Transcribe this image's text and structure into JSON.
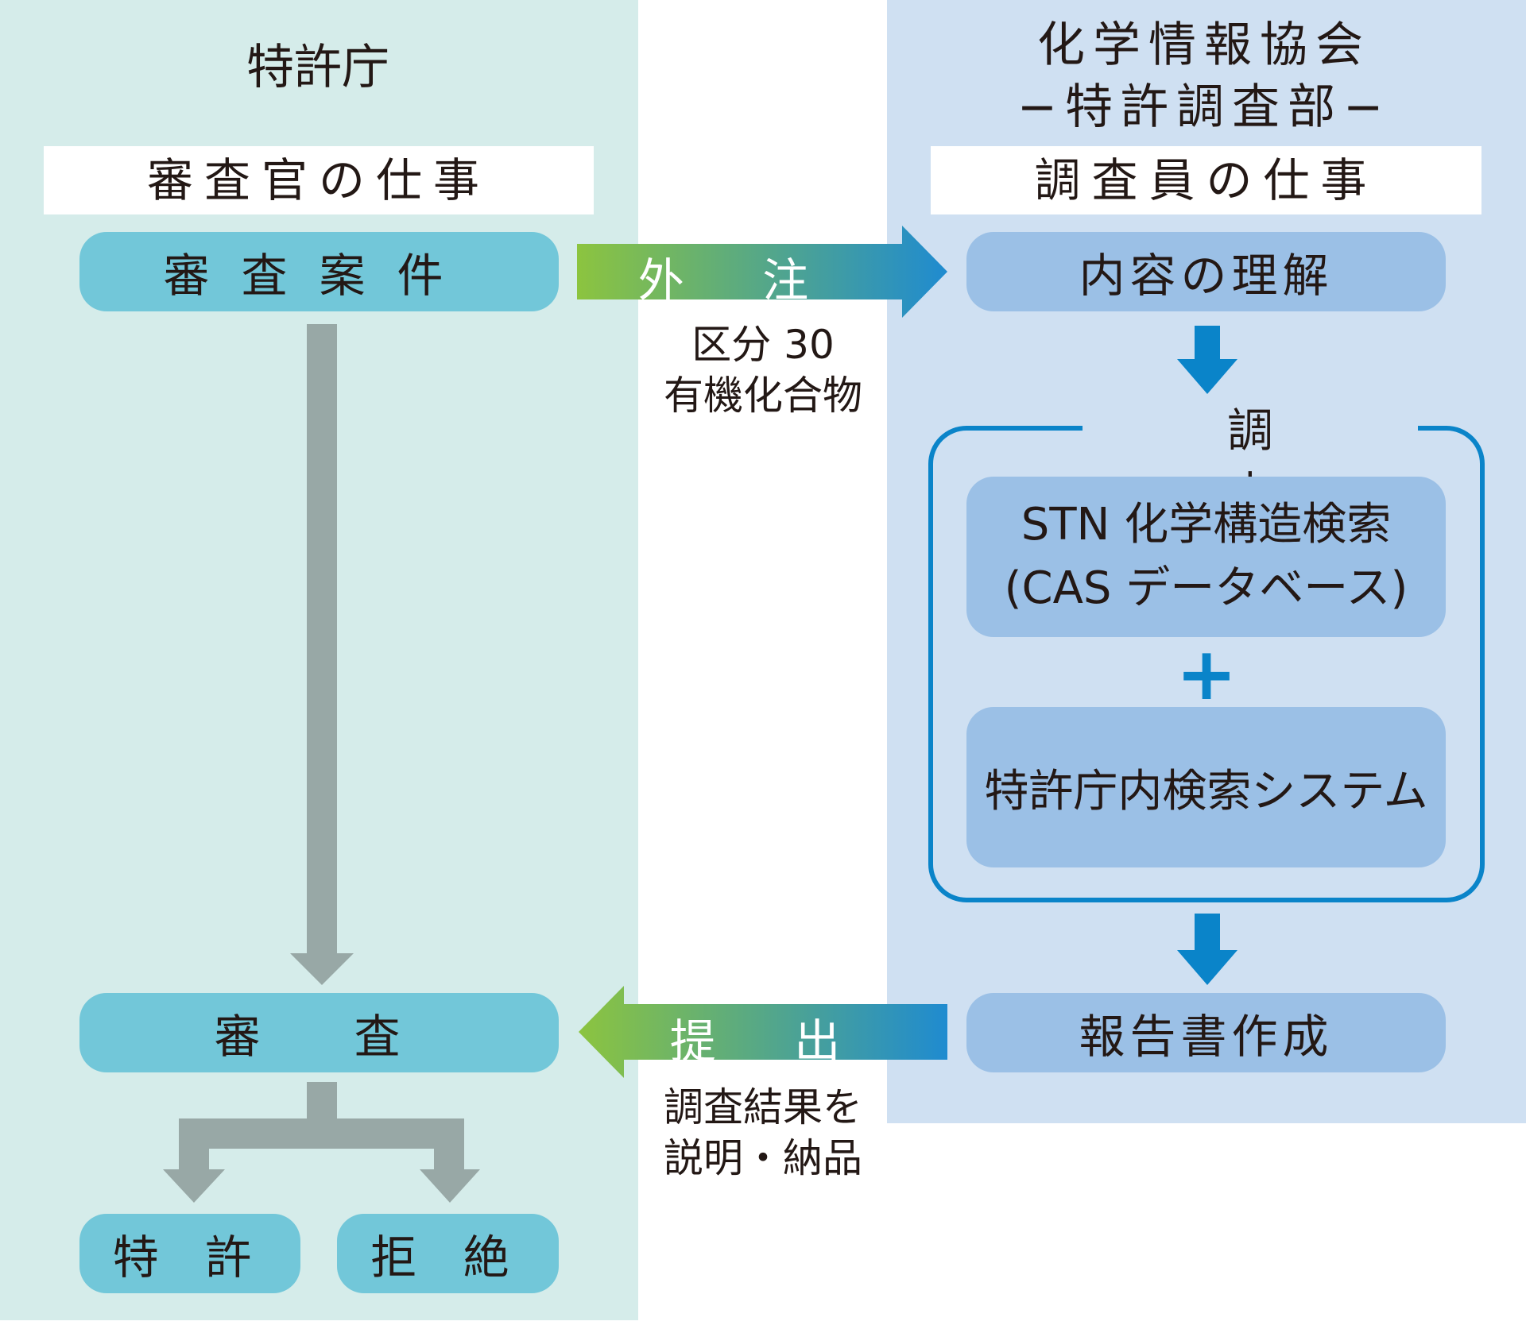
{
  "left": {
    "heading": "特許庁",
    "role": "審査官の仕事",
    "case": "審査案件",
    "exam": "審　査",
    "outcome_grant": "特 許",
    "outcome_reject": "拒 絶"
  },
  "right": {
    "heading_line1": "化学情報協会",
    "heading_line2": "−特許調査部−",
    "role": "調査員の仕事",
    "understand": "内容の理解",
    "survey_label": "調査",
    "stn_line1": "STN 化学構造検索",
    "stn_line2": "(CAS データベース)",
    "plus": "+",
    "internal": "特許庁内検索システム",
    "report": "報告書作成"
  },
  "middle": {
    "outsource_label": "外 注",
    "outsource_caption_line1": "区分 30",
    "outsource_caption_line2": "有機化合物",
    "submit_label": "提 出",
    "submit_caption_line1": "調査結果を",
    "submit_caption_line2": "説明・納品"
  },
  "colors": {
    "left_panel": "#d5ecea",
    "right_panel": "#cfe0f2",
    "teal_box": "#72c7d9",
    "blue_box": "#9bc0e6",
    "gray_arrow": "#98a8a6",
    "blue_arrow": "#0a84c9",
    "gradient_green": "#8cc43f",
    "gradient_blue": "#1f8bd0"
  }
}
